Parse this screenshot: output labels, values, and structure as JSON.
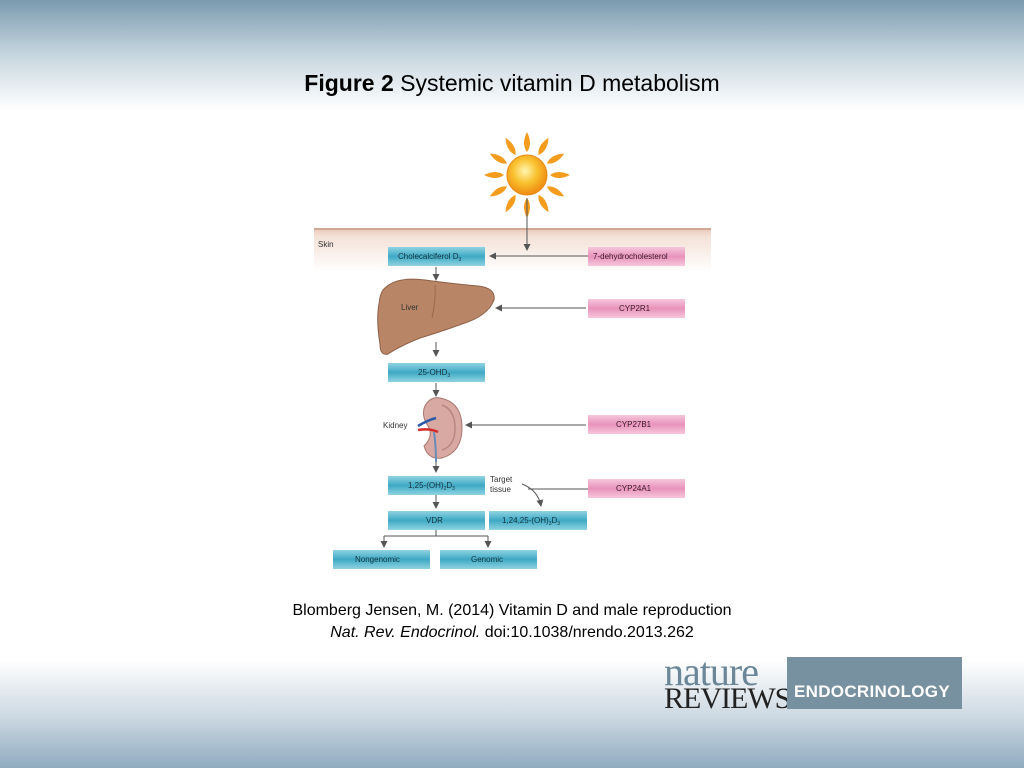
{
  "title": {
    "bold": "Figure 2",
    "rest": "Systemic vitamin D metabolism"
  },
  "diagram": {
    "skin_label": "Skin",
    "liver_label": "Liver",
    "kidney_label": "Kidney",
    "target_tissue_line1": "Target",
    "target_tissue_line2": "tissue",
    "boxes": {
      "cholecalciferol": "Cholecalciferol D",
      "cholecalciferol_sub": "3",
      "dehydro": "7-dehydrocholesterol",
      "cyp2r1": "CYP2R1",
      "ohd3": "25-OHD",
      "ohd3_sub": "3",
      "cyp27b1": "CYP27B1",
      "dihydroxy_a": "1,25-(OH)",
      "dihydroxy_sub1": "2",
      "dihydroxy_b": "D",
      "dihydroxy_sub2": "3",
      "cyp24a1": "CYP24A1",
      "vdr": "VDR",
      "trihydroxy_a": "1,24,25-(OH)",
      "trihydroxy_sub1": "3",
      "trihydroxy_b": "D",
      "trihydroxy_sub2": "3",
      "nongenomic": "Nongenomic",
      "genomic": "Genomic"
    },
    "colors": {
      "teal_box": "#4fb3cb",
      "pink_box": "#ea9dc0",
      "liver": "#b88666",
      "skin": "#f0d8cc",
      "sun": "#f4a020"
    }
  },
  "citation": {
    "line1": "Blomberg Jensen, M. (2014) Vitamin D and male reproduction",
    "journal": "Nat. Rev. Endocrinol.",
    "doi": "doi:10.1038/nrendo.2013.262"
  },
  "logo": {
    "nature": "nature",
    "reviews": "REVIEWS",
    "section": "ENDOCRINOLOGY"
  }
}
